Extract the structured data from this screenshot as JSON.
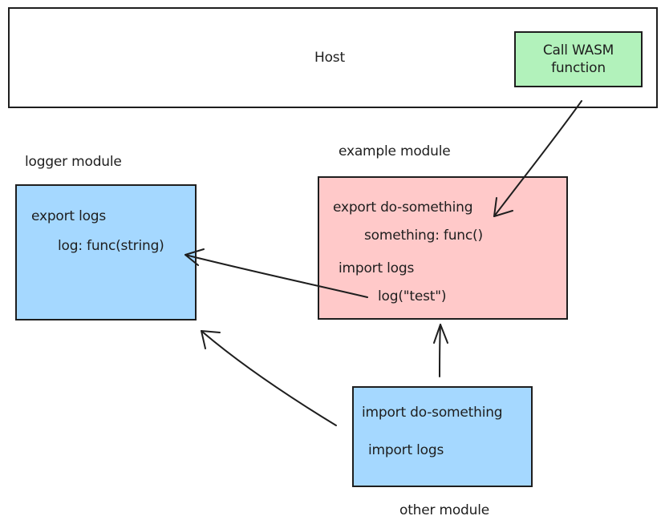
{
  "host": {
    "label": "Host",
    "call_button": "Call WASM function"
  },
  "logger_module": {
    "title": "logger module",
    "export_line": "export logs",
    "func_line": "log: func(string)"
  },
  "example_module": {
    "title": "example module",
    "export_line": "export do-something",
    "func_line": "something: func()",
    "import_line": "import logs",
    "call_line": "log(\"test\")"
  },
  "other_module": {
    "title": "other module",
    "import_line_1": "import do-something",
    "import_line_2": "import logs"
  },
  "colors": {
    "host_fill": "#ffffff",
    "button_fill": "#b2f2bb",
    "logger_fill": "#a5d8ff",
    "example_fill": "#ffc9c9",
    "other_fill": "#a5d8ff",
    "stroke": "#1e1e1e"
  }
}
